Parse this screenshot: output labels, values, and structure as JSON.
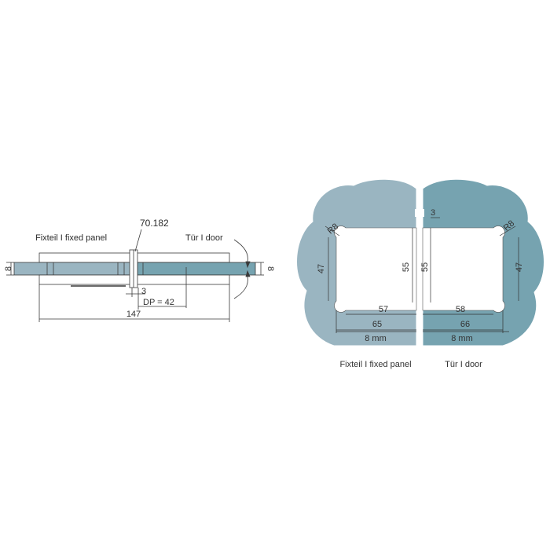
{
  "colors": {
    "fixed_glass": "#9ab5c1",
    "door_glass": "#76a3b0",
    "line": "#3a3a3a",
    "background": "#ffffff"
  },
  "side_view": {
    "model_label": "70.182",
    "fixed_label": "Fixteil I fixed panel",
    "door_label": "Tür I door",
    "dim_left": "8",
    "dim_right": "8",
    "dim_gap": "3",
    "dim_dp": "DP = 42",
    "dim_total": "147"
  },
  "cutout_view": {
    "left": {
      "corner_radius": "R8",
      "height_outer": "47",
      "height_inner": "55",
      "width_inner": "57",
      "width_outer": "65",
      "thickness": "8 mm",
      "caption": "Fixteil I fixed panel"
    },
    "right": {
      "corner_radius": "R8",
      "height_outer": "47",
      "height_inner": "55",
      "width_inner": "58",
      "width_outer": "66",
      "thickness": "8 mm",
      "caption": "Tür I door"
    },
    "gap": "3"
  }
}
